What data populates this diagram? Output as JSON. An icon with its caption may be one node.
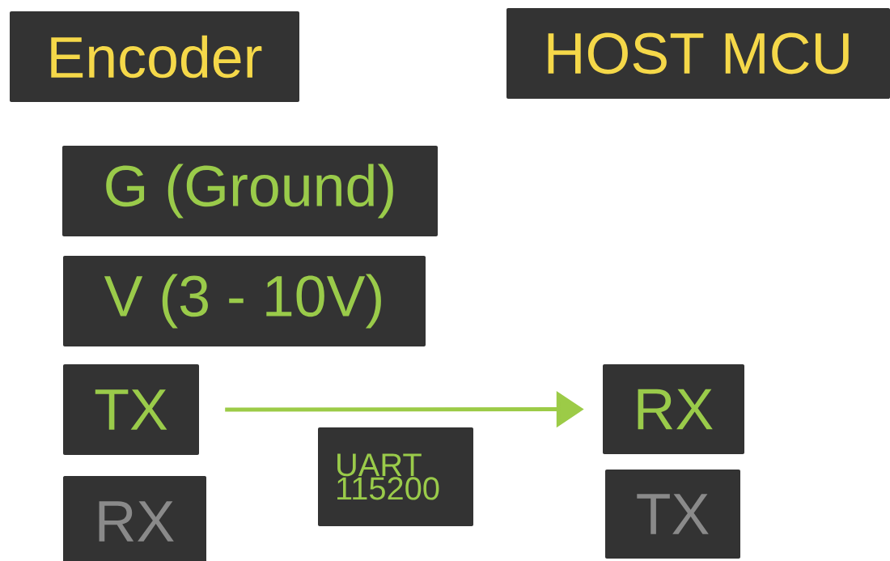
{
  "diagram": {
    "nodes": [
      {
        "text": [
          "Encoder"
        ]
      },
      {
        "text": [
          "HOST MCU"
        ]
      },
      {
        "text": [
          "G (Ground)"
        ]
      },
      {
        "text": [
          "V (3 - 10V)"
        ]
      },
      {
        "text": [
          "TX"
        ]
      },
      {
        "text": [
          "RX"
        ]
      },
      {
        "text": [
          "UART 115200"
        ]
      },
      {
        "text": [
          "RX"
        ]
      },
      {
        "text": [
          "TX"
        ]
      }
    ],
    "edges": [
      {
        "from": 4,
        "to": 7,
        "arrow": "to",
        "color": "#9ccb47"
      }
    ]
  }
}
